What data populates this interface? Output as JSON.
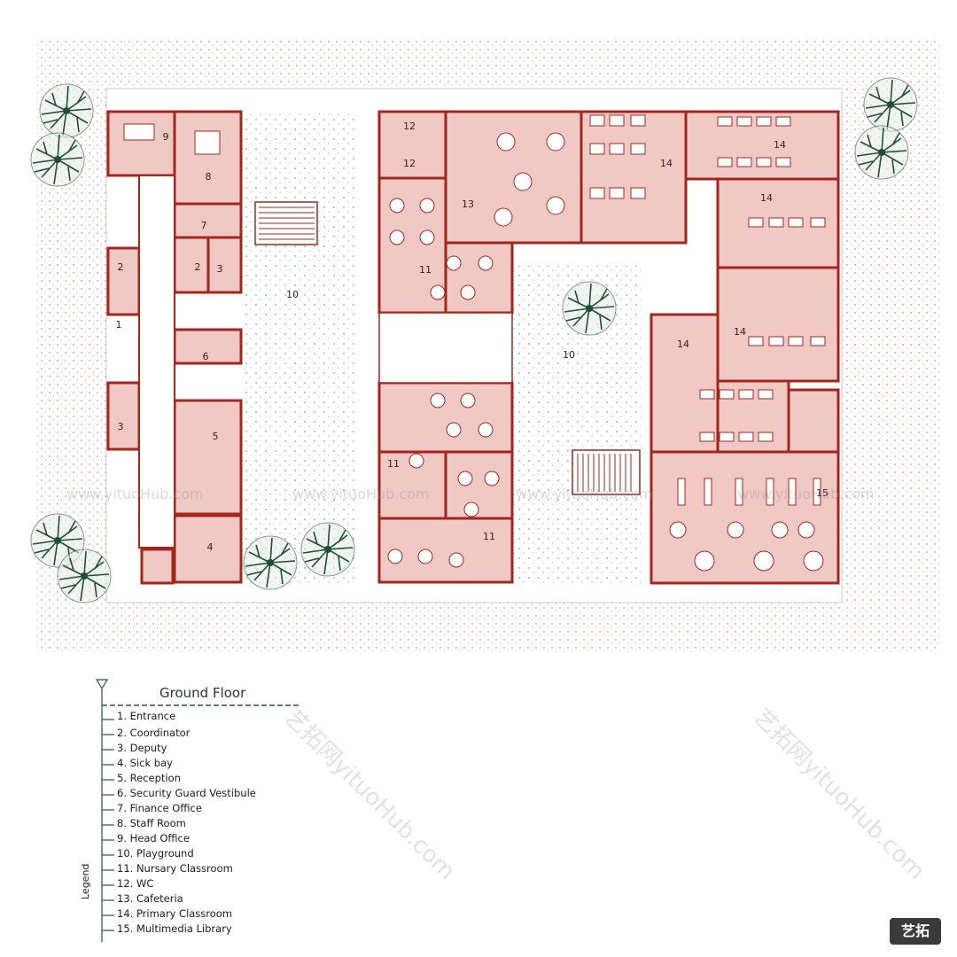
{
  "floor_title": "Ground Floor",
  "legend_caption": "Legend",
  "legend_items": [
    "1. Entrance",
    "2. Coordinator",
    "3. Deputy",
    "4. Sick bay",
    "5. Reception",
    "6. Security Guard Vestibule",
    "7. Finance Office",
    "8. Staff Room",
    "9. Head Office",
    "10. Playground",
    "11. Nursary Classroom",
    "12. WC",
    "13. Cafeteria",
    "14. Primary Classroom",
    "15. Multimedia Library"
  ],
  "room_labels": [
    "9",
    "8",
    "7",
    "2",
    "2",
    "3",
    "1",
    "6",
    "3",
    "5",
    "4",
    "10",
    "12",
    "12",
    "13",
    "11",
    "11",
    "11",
    "10",
    "14",
    "14",
    "14",
    "14",
    "14",
    "15"
  ],
  "watermark": "www.yituoHub.com",
  "watermark_diag": "艺拓网yituoHub.com",
  "corner_logo": "艺拓",
  "colors": {
    "wall": "#a3261d",
    "room_fill": "#f0c9c5",
    "tree": "#1e4f32",
    "stipple": "#c0392b",
    "legend_line": "#1e5a32"
  }
}
